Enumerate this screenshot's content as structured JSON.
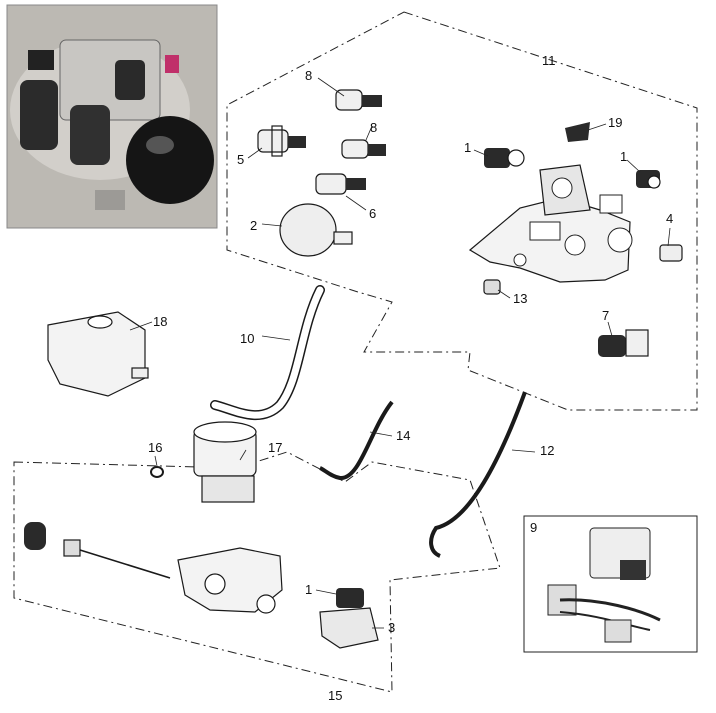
{
  "callouts": {
    "n1a": "1",
    "n1b": "1",
    "n1c": "1",
    "n2": "2",
    "n3": "3",
    "n4": "4",
    "n5": "5",
    "n6": "6",
    "n7": "7",
    "n8a": "8",
    "n8b": "8",
    "n9": "9",
    "n10": "10",
    "n11": "11",
    "n12": "12",
    "n13": "13",
    "n14": "14",
    "n15": "15",
    "n16": "16",
    "n17": "17",
    "n18": "18",
    "n19": "19"
  },
  "colors": {
    "line": "#1a1a1a",
    "part_fill": "#f2f2f2",
    "dark_part": "#2a2a2a",
    "photo_bg": "#b9b6b0"
  }
}
